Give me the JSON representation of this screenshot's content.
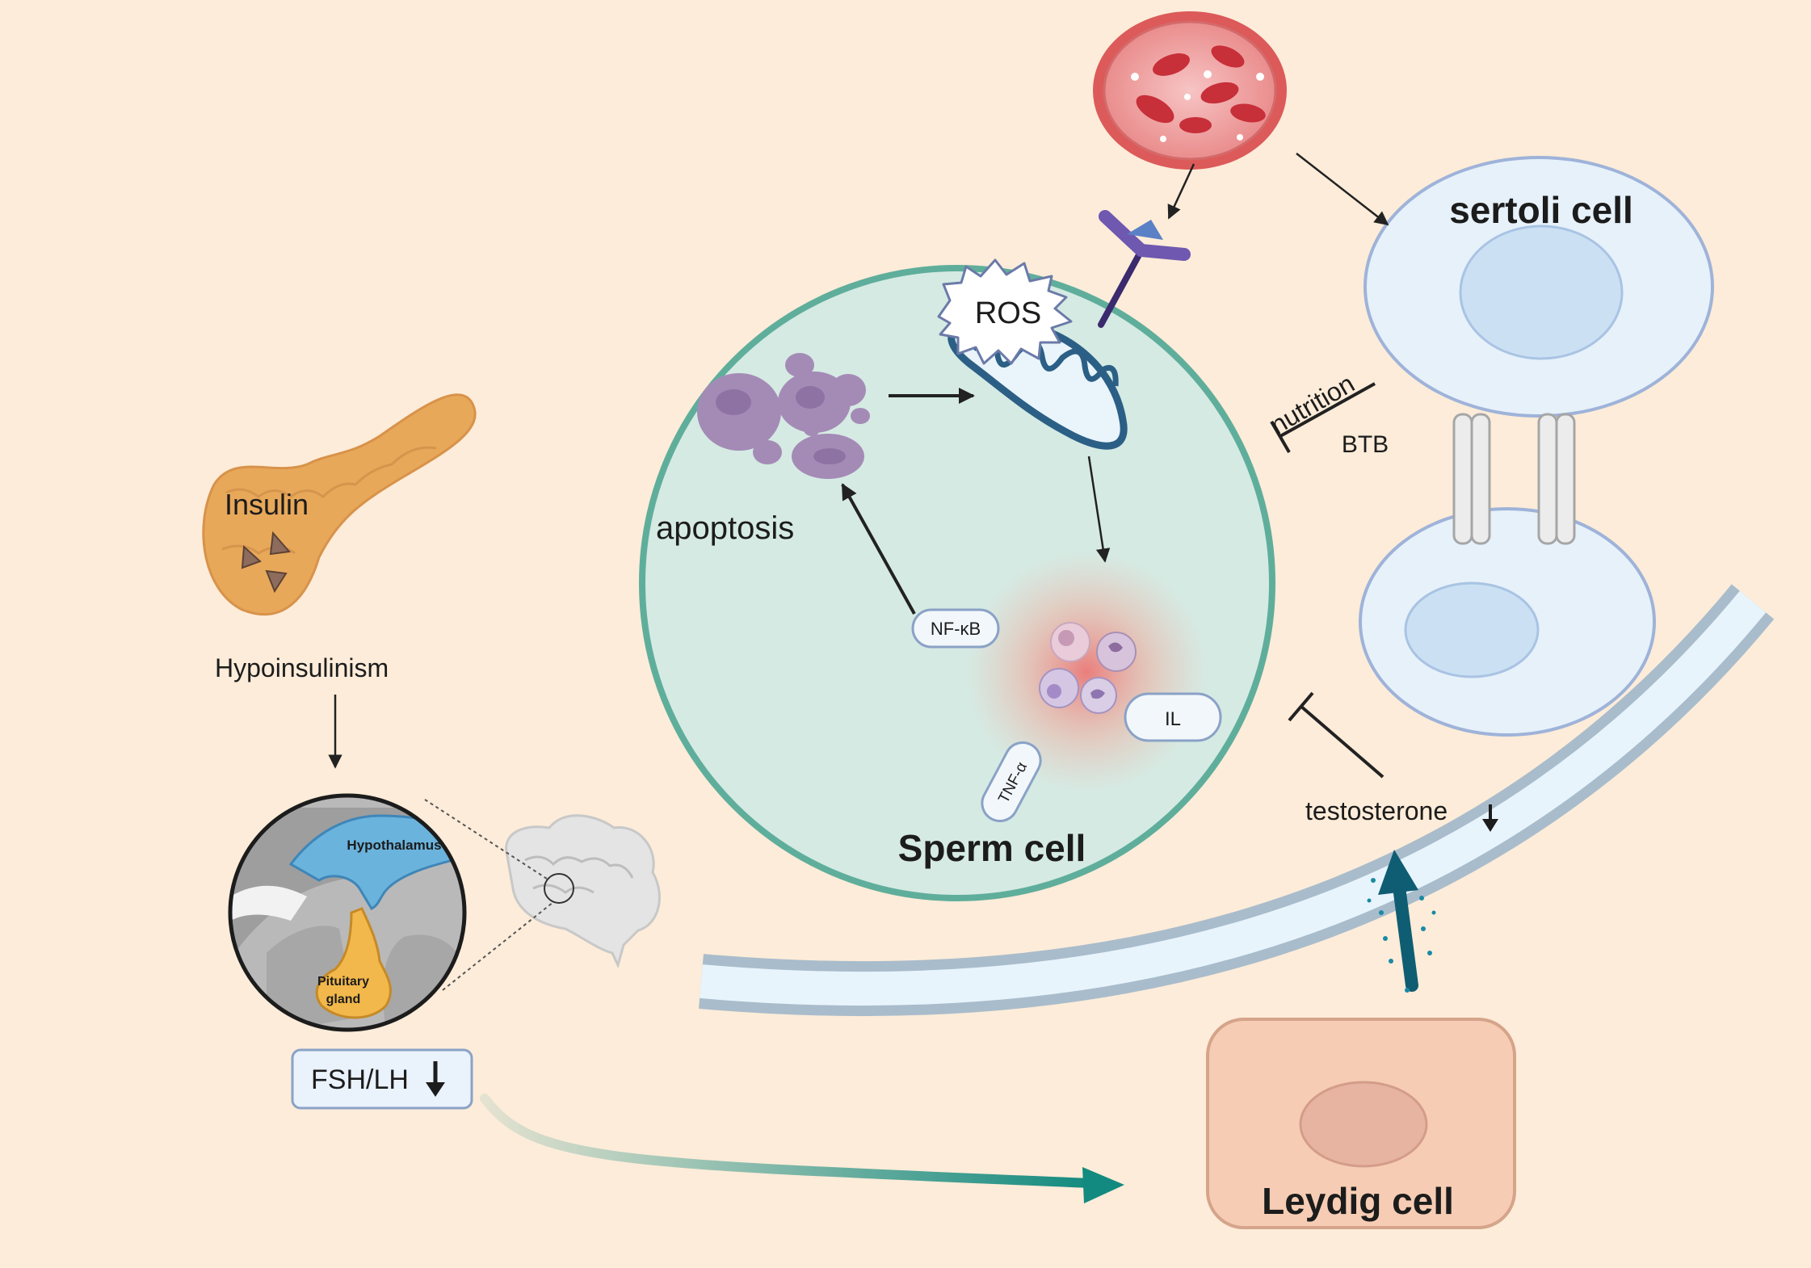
{
  "colors": {
    "background": "#fcecd9",
    "sperm_cell_fill": "#d5eae3",
    "sperm_cell_stroke": "#5fae9b",
    "pancreas": "#e8a85a",
    "mitochondria": "#2b5f86",
    "apoptosis": "#a48bb6",
    "inflammation": "#f08080",
    "sertoli_fill": "#e6f1fa",
    "leydig_fill": "#f6cdb4",
    "vessel": "#dc5a5a",
    "hypothalamus": "#6ab3dd",
    "pituitary": "#f2b84b",
    "hormone_arrow": "#138a7f"
  },
  "labels": {
    "insulin": "Insulin",
    "hypoinsulinism": "Hypoinsulinism",
    "hypothalamus": "Hypothalamus",
    "pituitary_line1": "Pituitary",
    "pituitary_line2": "gland",
    "fsh_lh": "FSH/LH",
    "apoptosis": "apoptosis",
    "ros": "ROS",
    "nf_kb": "NF-κB",
    "il": "IL",
    "tnf_a": "TNF-α",
    "sperm_cell": "Sperm cell",
    "sertoli_cell": "sertoli cell",
    "nutrition": "nutrition",
    "btb": "BTB",
    "testosterone": "testosterone",
    "leydig_cell": "Leydig cell"
  },
  "icons": [
    "pancreas-icon",
    "brain-icon",
    "blood-vessel-icon",
    "receptor-icon",
    "mitochondria-icon",
    "apoptotic-cell-icon",
    "immune-cells-icon",
    "down-arrow-icon",
    "tight-junction-icon"
  ]
}
